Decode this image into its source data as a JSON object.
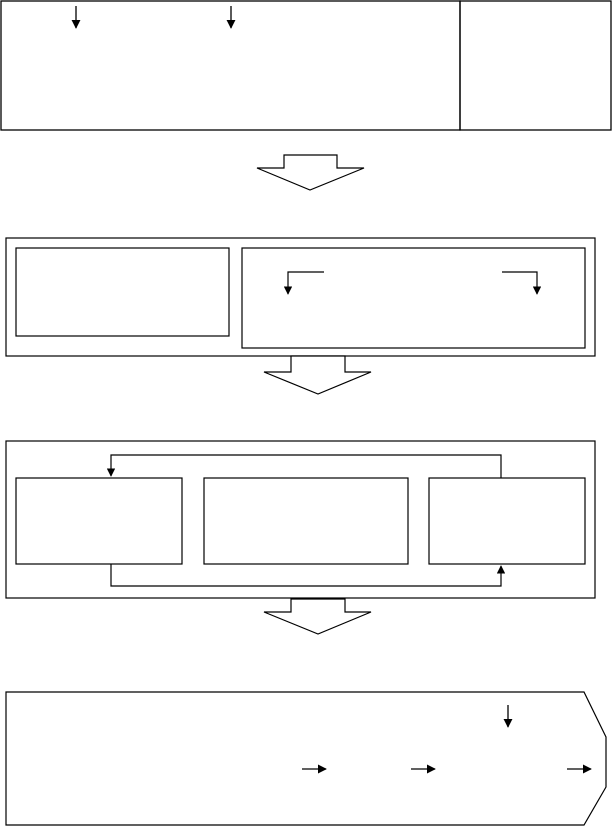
{
  "diagram": {
    "stroke_color": "#000000",
    "fill_color": "#ffffff",
    "stages": [
      {
        "id": "stage-1",
        "labels": []
      },
      {
        "id": "stage-2",
        "labels": []
      },
      {
        "id": "stage-3",
        "labels": []
      },
      {
        "id": "stage-4",
        "labels": []
      }
    ]
  }
}
